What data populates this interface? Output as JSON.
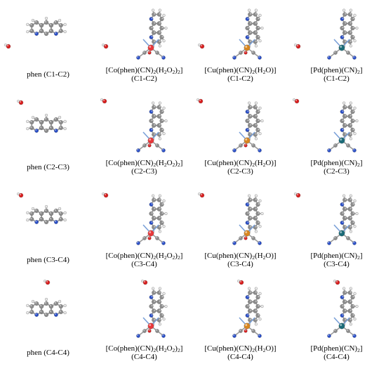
{
  "figure": {
    "rows": [
      "C1-C2",
      "C2-C3",
      "C3-C4",
      "C4-C4"
    ],
    "columns": [
      {
        "key": "phen",
        "metal": "none",
        "metal_color": "none",
        "ligand": "none"
      },
      {
        "key": "co",
        "metal": "Co",
        "metal_color": "#e8373a",
        "ligand": "H2O2"
      },
      {
        "key": "cu",
        "metal": "Cu",
        "metal_color": "#d8861f",
        "ligand": "H2O"
      },
      {
        "key": "pd",
        "metal": "Pd",
        "metal_color": "#1b6b78",
        "ligand": "none"
      }
    ],
    "atom_colors": {
      "carbon": "#8c8c8c",
      "nitrogen": "#2a4fc8",
      "oxygen": "#d91c1c",
      "hydrogen": "#e6e6e6"
    },
    "cells": [
      [
        {
          "text": "phen (C1-C2)"
        },
        {
          "formula": [
            "[Co(phen)(CN)",
            "2",
            "(H",
            "2",
            "O",
            "2",
            ")",
            "2",
            "]"
          ],
          "site": "(C1-C2)"
        },
        {
          "formula": [
            "[Cu(phen)(CN)",
            "2",
            "(H",
            "2",
            "O)]"
          ],
          "site": "(C1-C2)"
        },
        {
          "formula": [
            "[Pd(phen)(CN)",
            "2",
            "]"
          ],
          "site": "(C1-C2)"
        }
      ],
      [
        {
          "text": "phen (C2-C3)"
        },
        {
          "formula": [
            "[Co(phen)(CN)",
            "2",
            "(H",
            "2",
            "O",
            "2",
            ")",
            "2",
            "]"
          ],
          "site": "(C2-C3)"
        },
        {
          "formula": [
            "[Cu(phen)(CN)",
            "2",
            "(H",
            "2",
            "O)]"
          ],
          "site": "(C2-C3)"
        },
        {
          "formula": [
            "[Pd(phen)(CN)",
            "2",
            "]"
          ],
          "site": "(C2-C3)"
        }
      ],
      [
        {
          "text": "phen (C3-C4)"
        },
        {
          "formula": [
            "[Co(phen)(CN)",
            "2",
            "(H",
            "2",
            "O",
            "2",
            ")",
            "2",
            "]"
          ],
          "site": "(C3-C4)"
        },
        {
          "formula": [
            "[Cu(phen)(CN)",
            "2",
            "(H",
            "2",
            "O)]"
          ],
          "site": "(C3-C4)"
        },
        {
          "formula": [
            "[Pd(phen)(CN)",
            "2",
            "]"
          ],
          "site": "(C3-C4)"
        }
      ],
      [
        {
          "text": "phen (C4-C4)"
        },
        {
          "formula": [
            "[Co(phen)(CN)",
            "2",
            "(H",
            "2",
            "O",
            "2",
            ")",
            "2",
            "]"
          ],
          "site": "(C4-C4)"
        },
        {
          "formula": [
            "[Cu(phen)(CN)",
            "2",
            "(H",
            "2",
            "O)]"
          ],
          "site": "(C4-C4)"
        },
        {
          "formula": [
            "[Pd(phen)(CN)",
            "2",
            "]"
          ],
          "site": "(C4-C4)"
        }
      ]
    ]
  }
}
